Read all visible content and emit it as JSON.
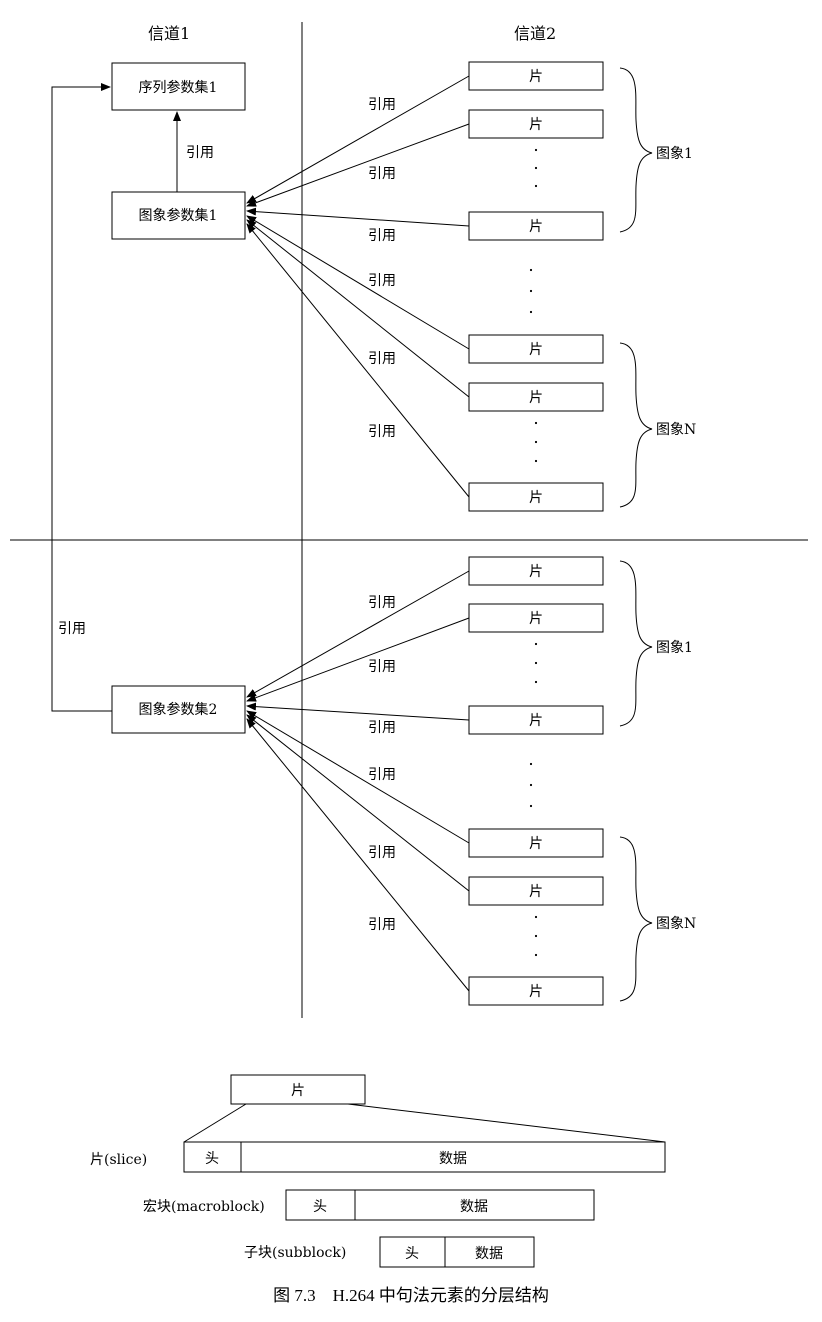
{
  "channel1_title": "信道1",
  "channel2_title": "信道2",
  "sps_label": "序列参数集1",
  "pps1_label": "图象参数集1",
  "pps2_label": "图象参数集2",
  "ref_label": "引用",
  "slice_label": "片",
  "picture1_label": "图象1",
  "pictureN_label": "图象N",
  "layer": {
    "slice_top": "片",
    "slice_row_label": "片(slice)",
    "macroblock_row_label": "宏块(macroblock)",
    "subblock_row_label": "子块(subblock)",
    "head": "头",
    "data": "数据"
  },
  "caption": "图 7.3    H.264 中句法元素的分层结构"
}
